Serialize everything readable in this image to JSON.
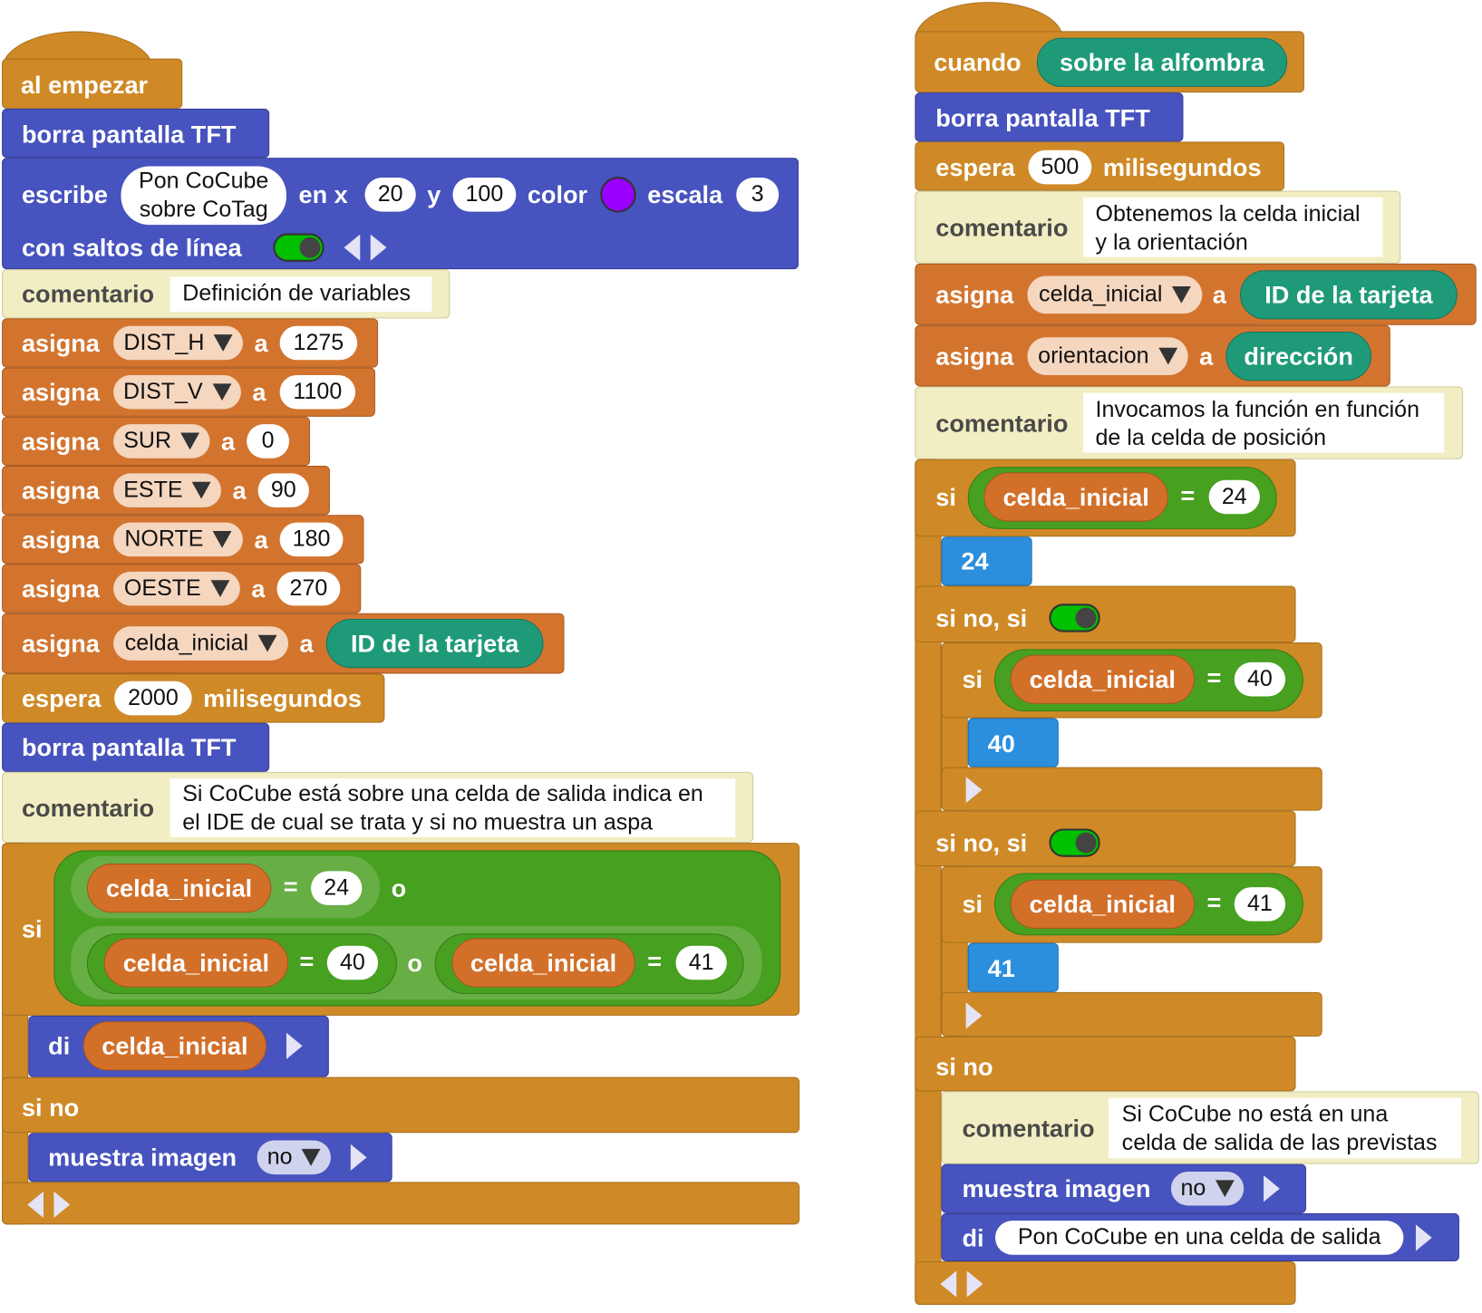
{
  "left": {
    "hat": "al empezar",
    "clear1": "borra pantalla TFT",
    "write": {
      "label": "escribe",
      "text_l1": "Pon CoCube",
      "text_l2": "sobre CoTag",
      "en_x": "en x",
      "x": "20",
      "y_label": "y",
      "y": "100",
      "color_label": "color",
      "color": "#9900FF",
      "scale_label": "escala",
      "scale": "3",
      "wrap_label": "con saltos de línea",
      "wrap_on": true
    },
    "comment1": {
      "label": "comentario",
      "text": "Definición de variables"
    },
    "assign_label": "asigna",
    "to_label": "a",
    "assigns": [
      {
        "var": "DIST_H",
        "value": "1275"
      },
      {
        "var": "DIST_V",
        "value": "1100"
      },
      {
        "var": "SUR",
        "value": "0"
      },
      {
        "var": "ESTE",
        "value": "90"
      },
      {
        "var": "NORTE",
        "value": "180"
      },
      {
        "var": "OESTE",
        "value": "270"
      },
      {
        "var": "celda_inicial",
        "value": "ID de la tarjeta"
      }
    ],
    "wait": {
      "label": "espera",
      "value": "2000",
      "unit": "milisegundos"
    },
    "clear2": "borra pantalla TFT",
    "comment2": {
      "label": "comentario",
      "line1": "Si CoCube está sobre una celda de salida indica en",
      "line2": "el IDE de cual se trata y si no muestra un aspa"
    },
    "if": {
      "si": "si",
      "var": "celda_inicial",
      "eq": "=",
      "or": "o",
      "v1": "24",
      "v2": "40",
      "v3": "41",
      "say": "di",
      "else": "si no",
      "show": "muestra imagen",
      "image": "no"
    }
  },
  "right": {
    "hat": "cuando",
    "event": "sobre la alfombra",
    "clear": "borra pantalla TFT",
    "wait": {
      "label": "espera",
      "value": "500",
      "unit": "milisegundos"
    },
    "comment1": {
      "label": "comentario",
      "line1": "Obtenemos la celda inicial",
      "line2": "y la orientación"
    },
    "assign_label": "asigna",
    "to_label": "a",
    "assign1": {
      "var": "celda_inicial",
      "value": "ID de la tarjeta"
    },
    "assign2": {
      "var": "orientacion",
      "value": "dirección"
    },
    "comment2": {
      "label": "comentario",
      "line1": "Invocamos la función en función",
      "line2": "de la celda de posición"
    },
    "if": {
      "si": "si",
      "var": "celda_inicial",
      "eq": "=",
      "v1": "24",
      "v2": "40",
      "v3": "41",
      "elseif": "si no, si",
      "else": "si no"
    },
    "comment3": {
      "label": "comentario",
      "line1": "Si CoCube no está en una",
      "line2": "celda de salida de las previstas"
    },
    "show": "muestra imagen",
    "image": "no",
    "say": "di",
    "say_text": "Pon CoCube en una celda de salida"
  },
  "colors": {
    "control": "#CF8A27",
    "tft": "#4753BE",
    "variables": "#D2702A",
    "operators": "#47A020",
    "sensors": "#1F9A78",
    "comment": "#F2EEC3"
  }
}
